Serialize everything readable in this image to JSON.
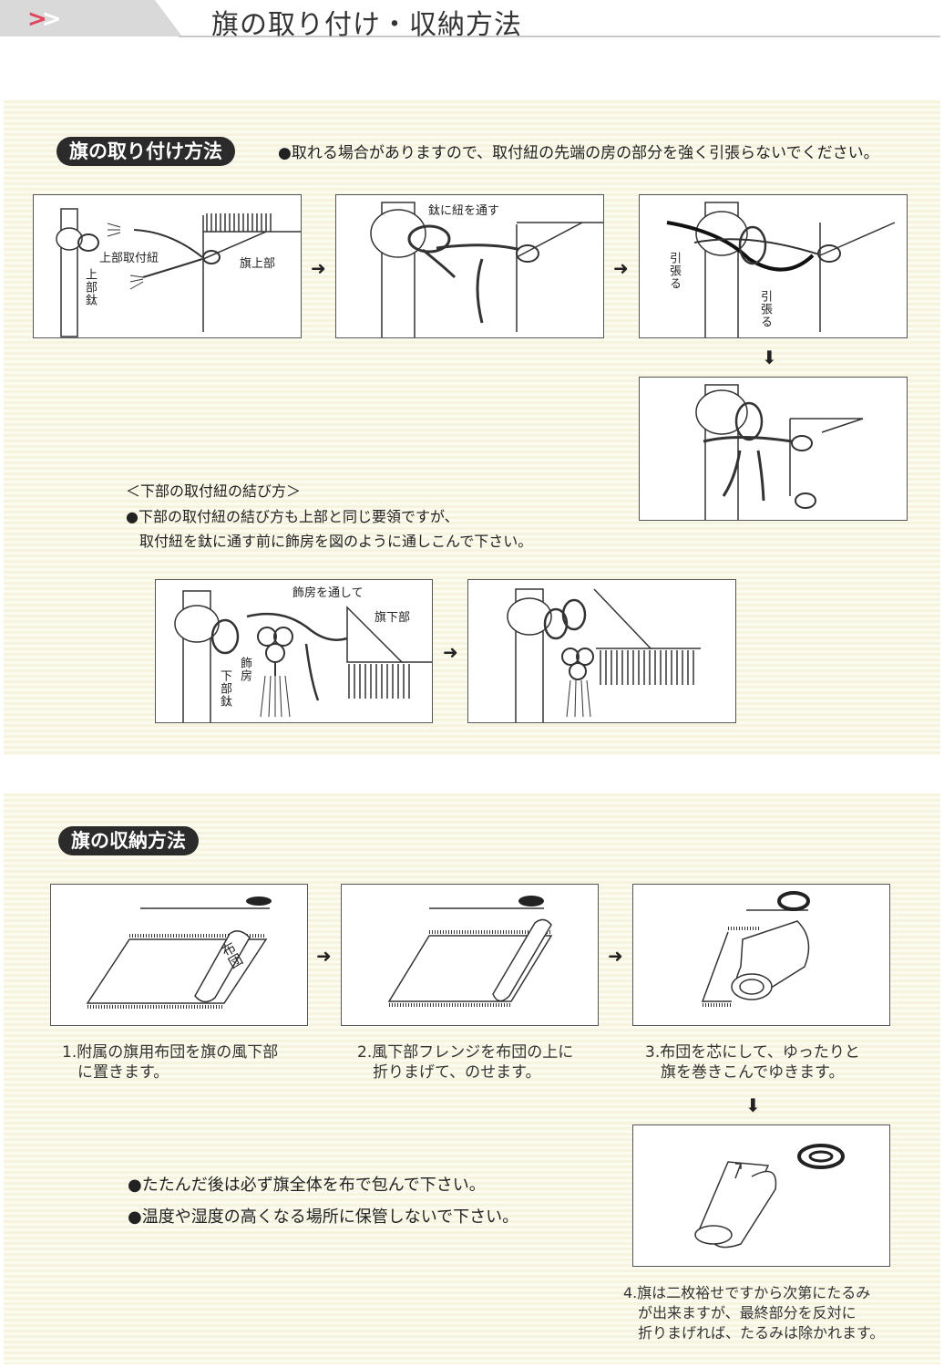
{
  "header": {
    "chevrons": ">>",
    "title": "旗の取り付け・収納方法"
  },
  "attach": {
    "heading": "旗の取り付け方法",
    "warning": "●取れる場合がありますので、取付紐の先端の房の部分を強く引張らないでください。",
    "fig1": {
      "upper_cord": "上部取付紐",
      "flag_top": "旗上部",
      "upper_ring": "上部鈦"
    },
    "fig2": {
      "thread": "鈦に紐を通す"
    },
    "fig3": {
      "pull_left": "引張る",
      "pull_right": "引張る"
    },
    "lower_title": "＜下部の取付紐の結び方＞",
    "lower_note1": "●下部の取付紐の結び方も上部と同じ要領ですが、",
    "lower_note2": "取付紐を鈦に通す前に飾房を図のように通しこんで下さい。",
    "fig5": {
      "through": "飾房を通して",
      "flag_bottom": "旗下部",
      "lower_ring": "下部鈦",
      "tassel": "飾房"
    }
  },
  "storage": {
    "heading": "旗の収納方法",
    "futon_label": "布団",
    "step1": "1.附属の旗用布団を旗の風下部\n　に置きます。",
    "step2": "2.風下部フレンジを布団の上に\n　折りまげて、のせます。",
    "step3": "3.布団を芯にして、ゆったりと\n　旗を巻きこんでゆきます。",
    "step4": "4.旗は二枚裕せですから次第にたるみ\n　が出来ますが、最終部分を反対に\n　折りまげれば、たるみは除かれます。",
    "note1": "●たたんだ後は必ず旗全体を布で包んで下さい。",
    "note2": "●温度や湿度の高くなる場所に保管しないで下さい。"
  },
  "icons": {
    "arrow_right": "arrow-right-icon",
    "arrow_down": "arrow-down-icon"
  }
}
